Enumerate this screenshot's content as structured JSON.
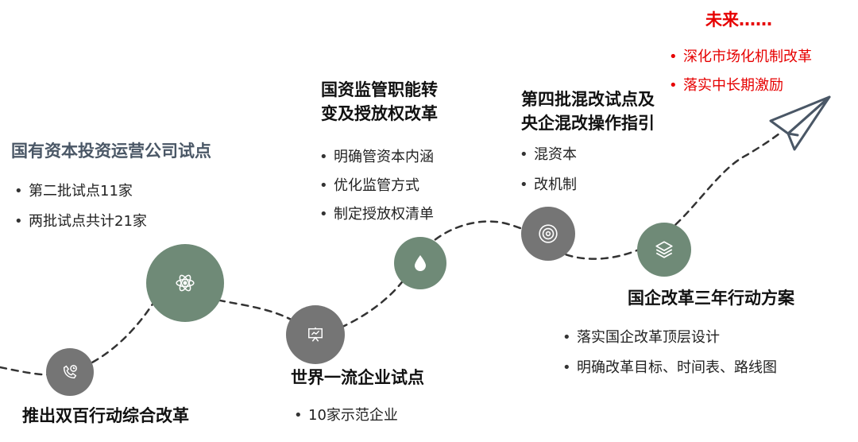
{
  "milestones": [
    {
      "id": "double-hundred",
      "title": "推出双百行动综合改革",
      "icon": "phone-clock-icon",
      "bullets": []
    },
    {
      "id": "capital-investment",
      "title": "国有资本投资运营公司试点",
      "icon": "atom-icon",
      "bullets": [
        "第二批试点11家",
        "两批试点共计21家"
      ]
    },
    {
      "id": "world-class",
      "title": "世界一流企业试点",
      "icon": "presentation-board-icon",
      "bullets": [
        "10家示范企业"
      ]
    },
    {
      "id": "supervision-reform",
      "title_lines": [
        "国资监管职能转",
        "变及授放权改革"
      ],
      "icon": "water-drop-icon",
      "bullets": [
        "明确管资本内涵",
        "优化监管方式",
        "制定授放权清单"
      ]
    },
    {
      "id": "mixed-ownership",
      "title_lines": [
        "第四批混改试点及",
        "央企混改操作指引"
      ],
      "icon": "target-icon",
      "bullets": [
        "混资本",
        "改机制"
      ]
    },
    {
      "id": "three-year-plan",
      "title": "国企改革三年行动方案",
      "icon": "layers-icon",
      "bullets": [
        "落实国企改革顶层设计",
        "明确改革目标、时间表、路线图"
      ]
    }
  ],
  "future": {
    "title": "未来……",
    "bullets": [
      "深化市场化机制改革",
      "落实中长期激励"
    ],
    "icon": "paper-plane-icon",
    "color": "#e60000"
  },
  "colors": {
    "node_gray": "#757575",
    "node_green": "#6f8a77",
    "title_blue": "#4a5766",
    "path": "#333333"
  }
}
